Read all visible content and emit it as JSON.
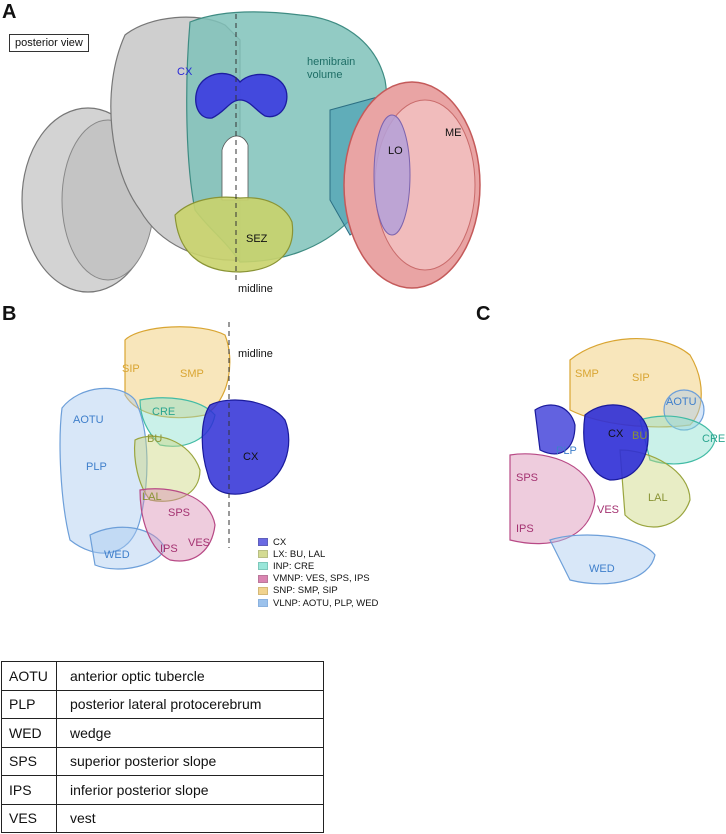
{
  "panels": {
    "a": "A",
    "b": "B",
    "c": "C"
  },
  "panel_a": {
    "view_label": "posterior view",
    "labels": {
      "cx": "CX",
      "hemibrain_line1": "hemibrain",
      "hemibrain_line2": "volume",
      "me": "ME",
      "lo": "LO",
      "sez": "SEZ",
      "midline": "midline"
    }
  },
  "panel_b": {
    "midline": "midline",
    "labels": {
      "sip": "SIP",
      "smp": "SMP",
      "aotu": "AOTU",
      "cre": "CRE",
      "bu": "BU",
      "cx": "CX",
      "plp": "PLP",
      "lal": "LAL",
      "sps": "SPS",
      "ips": "IPS",
      "ves": "VES",
      "wed": "WED"
    },
    "legend": [
      {
        "label": "CX",
        "color": "#2a2ad8"
      },
      {
        "label": "LX: BU, LAL",
        "color": "#b9c44a"
      },
      {
        "label": "INP: CRE",
        "color": "#56d6c0"
      },
      {
        "label": "VMNP: VES, SPS, IPS",
        "color": "#c2347e"
      },
      {
        "label": "SNP: SMP, SIP",
        "color": "#e8b744"
      },
      {
        "label": "VLNP: AOTU, PLP, WED",
        "color": "#5b9be0"
      }
    ]
  },
  "panel_c": {
    "labels": {
      "smp": "SMP",
      "sip": "SIP",
      "aotu": "AOTU",
      "cx": "CX",
      "bu": "BU",
      "cre": "CRE",
      "plp": "PLP",
      "sps": "SPS",
      "lal": "LAL",
      "ves": "VES",
      "ips": "IPS",
      "wed": "WED"
    }
  },
  "abbreviation_table": [
    {
      "abbr": "AOTU",
      "name": "anterior optic tubercle"
    },
    {
      "abbr": "PLP",
      "name": "posterior lateral protocerebrum"
    },
    {
      "abbr": "WED",
      "name": "wedge"
    },
    {
      "abbr": "SPS",
      "name": "superior posterior slope"
    },
    {
      "abbr": "IPS",
      "name": "inferior posterior slope"
    },
    {
      "abbr": "VES",
      "name": "vest"
    }
  ]
}
